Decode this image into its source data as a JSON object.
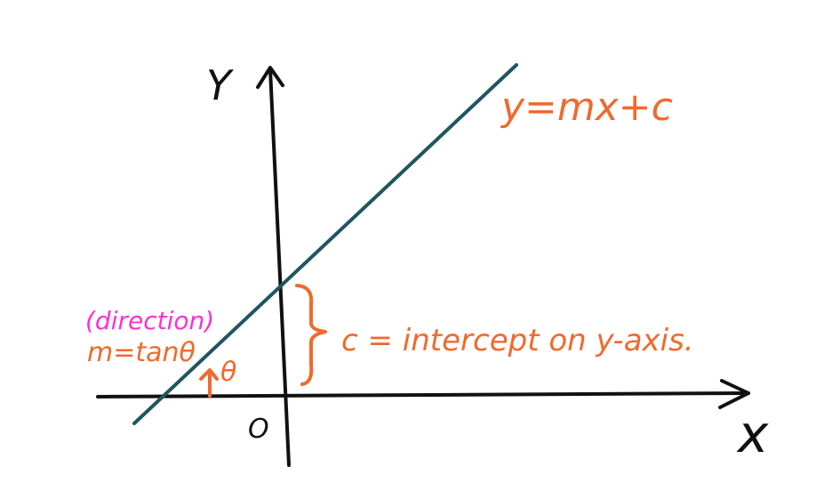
{
  "labels": {
    "y_axis": "Y",
    "x_axis": "x",
    "origin": "O",
    "equation": "y=mx+c",
    "intercept": "c = intercept on y-axis.",
    "direction": "(direction)",
    "slope": "m=tanθ",
    "angle": "θ"
  },
  "colors": {
    "axes": "#111111",
    "line": "#1f5660",
    "annotation": "#f06a2d",
    "direction": "#ff2fd2"
  }
}
